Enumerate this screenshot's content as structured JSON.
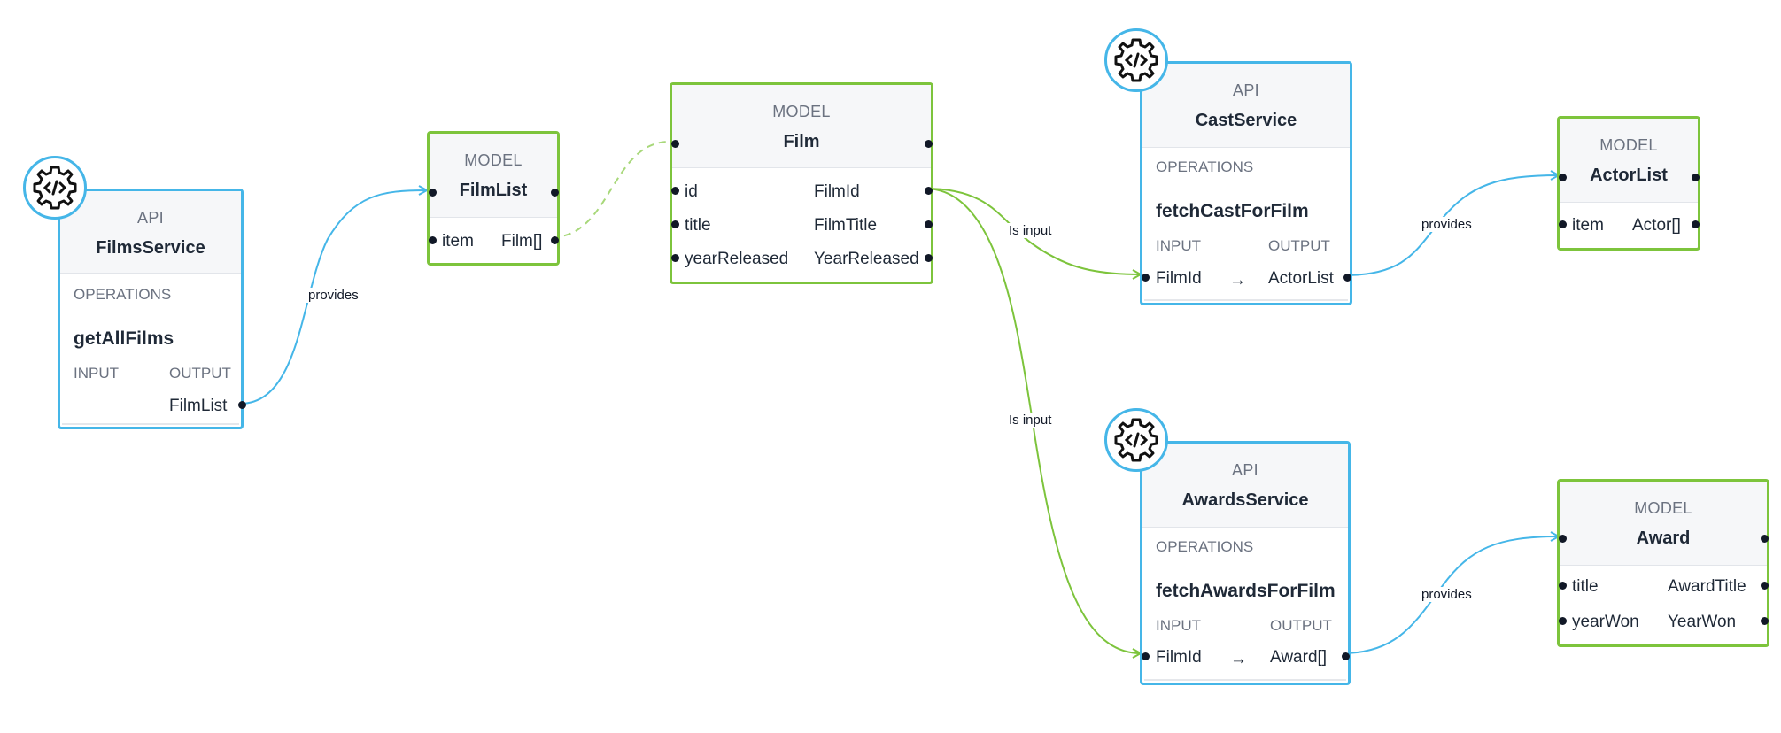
{
  "nodes": {
    "films_service": {
      "kind": "API",
      "title": "FilmsService",
      "section": "OPERATIONS",
      "operation": "getAllFilms",
      "input_label": "INPUT",
      "output_label": "OUTPUT",
      "input": "",
      "output": "FilmList"
    },
    "film_list": {
      "kind": "MODEL",
      "title": "FilmList",
      "fields": [
        {
          "name": "item",
          "type": "Film[]"
        }
      ]
    },
    "film": {
      "kind": "MODEL",
      "title": "Film",
      "fields": [
        {
          "name": "id",
          "type": "FilmId"
        },
        {
          "name": "title",
          "type": "FilmTitle"
        },
        {
          "name": "yearReleased",
          "type": "YearReleased"
        }
      ]
    },
    "cast_service": {
      "kind": "API",
      "title": "CastService",
      "section": "OPERATIONS",
      "operation": "fetchCastForFilm",
      "input_label": "INPUT",
      "output_label": "OUTPUT",
      "input": "FilmId",
      "arrow": "→",
      "output": "ActorList"
    },
    "actor_list": {
      "kind": "MODEL",
      "title": "ActorList",
      "fields": [
        {
          "name": "item",
          "type": "Actor[]"
        }
      ]
    },
    "awards_service": {
      "kind": "API",
      "title": "AwardsService",
      "section": "OPERATIONS",
      "operation": "fetchAwardsForFilm",
      "input_label": "INPUT",
      "output_label": "OUTPUT",
      "input": "FilmId",
      "arrow": "→",
      "output": "Award[]"
    },
    "award": {
      "kind": "MODEL",
      "title": "Award",
      "fields": [
        {
          "name": "title",
          "type": "AwardTitle"
        },
        {
          "name": "yearWon",
          "type": "YearWon"
        }
      ]
    }
  },
  "edge_labels": {
    "films_provides": "provides",
    "cast_is_input": "Is input",
    "awards_is_input": "Is input",
    "cast_provides": "provides",
    "awards_provides": "provides"
  },
  "colors": {
    "api_border": "#45b6e8",
    "model_border": "#7dc43c",
    "edge_blue": "#45b6e8",
    "edge_green": "#7dc43c"
  },
  "icons": {
    "api_icon": "gear-code-icon"
  }
}
